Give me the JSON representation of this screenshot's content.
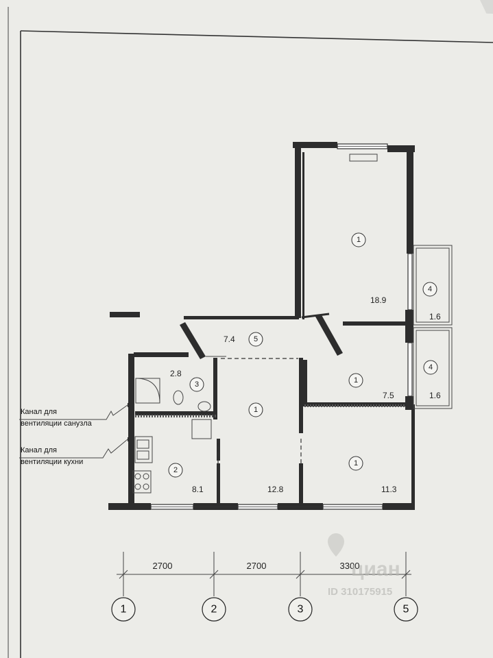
{
  "rooms": [
    {
      "num": "1",
      "area": "18.9"
    },
    {
      "num": "4",
      "area": "1.6"
    },
    {
      "num": "5",
      "area": "7.4"
    },
    {
      "num": "3",
      "area": "2.8"
    },
    {
      "num": "1",
      "area": "7.5"
    },
    {
      "num": "4",
      "area": "1.6"
    },
    {
      "num": "1",
      "area": "12.8"
    },
    {
      "num": "2",
      "area": "8.1"
    },
    {
      "num": "1",
      "area": "11.3"
    }
  ],
  "notes": {
    "vent_bath_line1": "Канал для",
    "vent_bath_line2": "вентиляции санузла",
    "vent_kitchen_line1": "Канал для",
    "vent_kitchen_line2": "вентиляции кухни"
  },
  "dimensions": [
    "2700",
    "2700",
    "3300"
  ],
  "axes": [
    "1",
    "2",
    "3",
    "5"
  ],
  "watermark": {
    "brand": "циан",
    "id": "ID 310175915"
  }
}
